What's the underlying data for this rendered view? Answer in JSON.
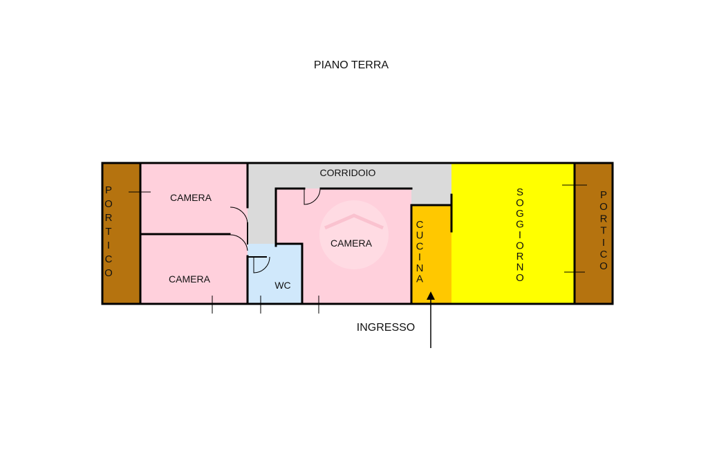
{
  "title": "PIANO TERRA",
  "entrance_label": "INGRESSO",
  "rooms": {
    "portico_left": "PORTICO",
    "camera_top": "CAMERA",
    "camera_bottom": "CAMERA",
    "corridoio": "CORRIDOIO",
    "camera_center": "CAMERA",
    "wc": "WC",
    "cucina": "CUCINA",
    "soggiorno": "SOGGIORNO",
    "portico_right": "PORTICO"
  },
  "colors": {
    "portico": "#b5730f",
    "camera": "#ffd0dc",
    "corridoio": "#dadada",
    "wc": "#d0e8fb",
    "cucina": "#ffc800",
    "soggiorno": "#ffff00",
    "wall": "#000000"
  },
  "icons": [
    "watermark-house-icon",
    "entrance-arrow-icon"
  ]
}
